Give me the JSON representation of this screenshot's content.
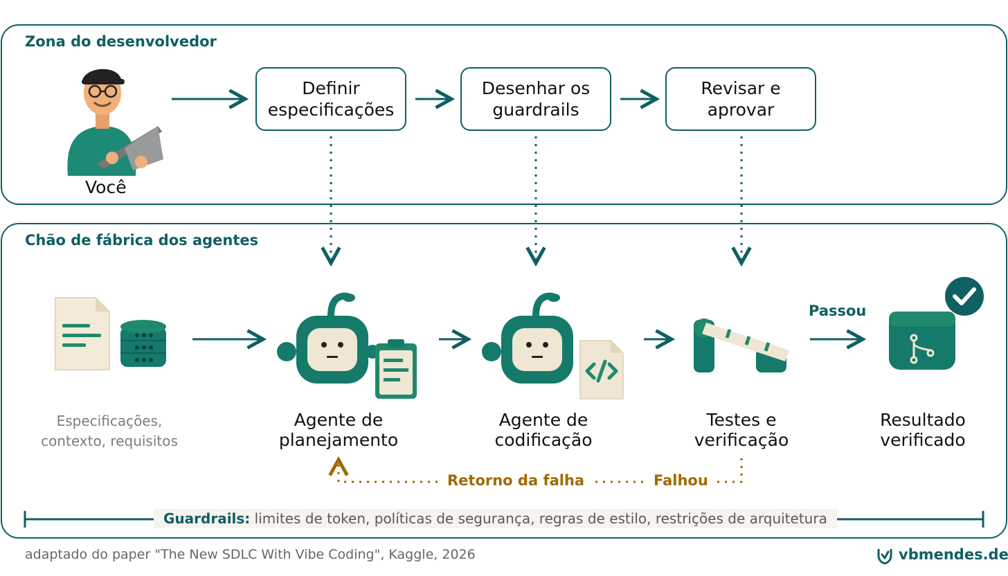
{
  "developer_zone": {
    "title": "Zona do desenvolvedor",
    "avatar_label": "Você",
    "steps": [
      {
        "label": "Definir\nespecificações"
      },
      {
        "label": "Desenhar os\nguardrails"
      },
      {
        "label": "Revisar e\naprovar"
      }
    ]
  },
  "agent_floor": {
    "title": "Chão de fábrica dos agentes",
    "stages": [
      {
        "label": "Especificações,\ncontexto, requisitos",
        "icon": "document-database-icon"
      },
      {
        "label": "Agente de\nplanejamento",
        "icon": "planning-robot-icon"
      },
      {
        "label": "Agente de\ncodificação",
        "icon": "coding-robot-icon"
      },
      {
        "label": "Testes e\nverificação",
        "icon": "barrier-gate-icon"
      },
      {
        "label": "Resultado\nverificado",
        "icon": "verified-repo-icon"
      }
    ],
    "pass_label": "Passou",
    "fail_label": "Falhou",
    "feedback_label": "Retorno da falha"
  },
  "guardrails": {
    "title": "Guardrails:",
    "text": "limites de token, políticas de segurança, regras de estilo, restrições de arquitetura"
  },
  "footer": {
    "source": "adaptado do paper \"The New SDLC With Vibe Coding\", Kaggle, 2026",
    "brand": "vbmendes.dev"
  },
  "colors": {
    "teal": "#0f5f63",
    "green": "#1f8a6b",
    "cream": "#f3ead8",
    "feedback": "#a06b00"
  }
}
